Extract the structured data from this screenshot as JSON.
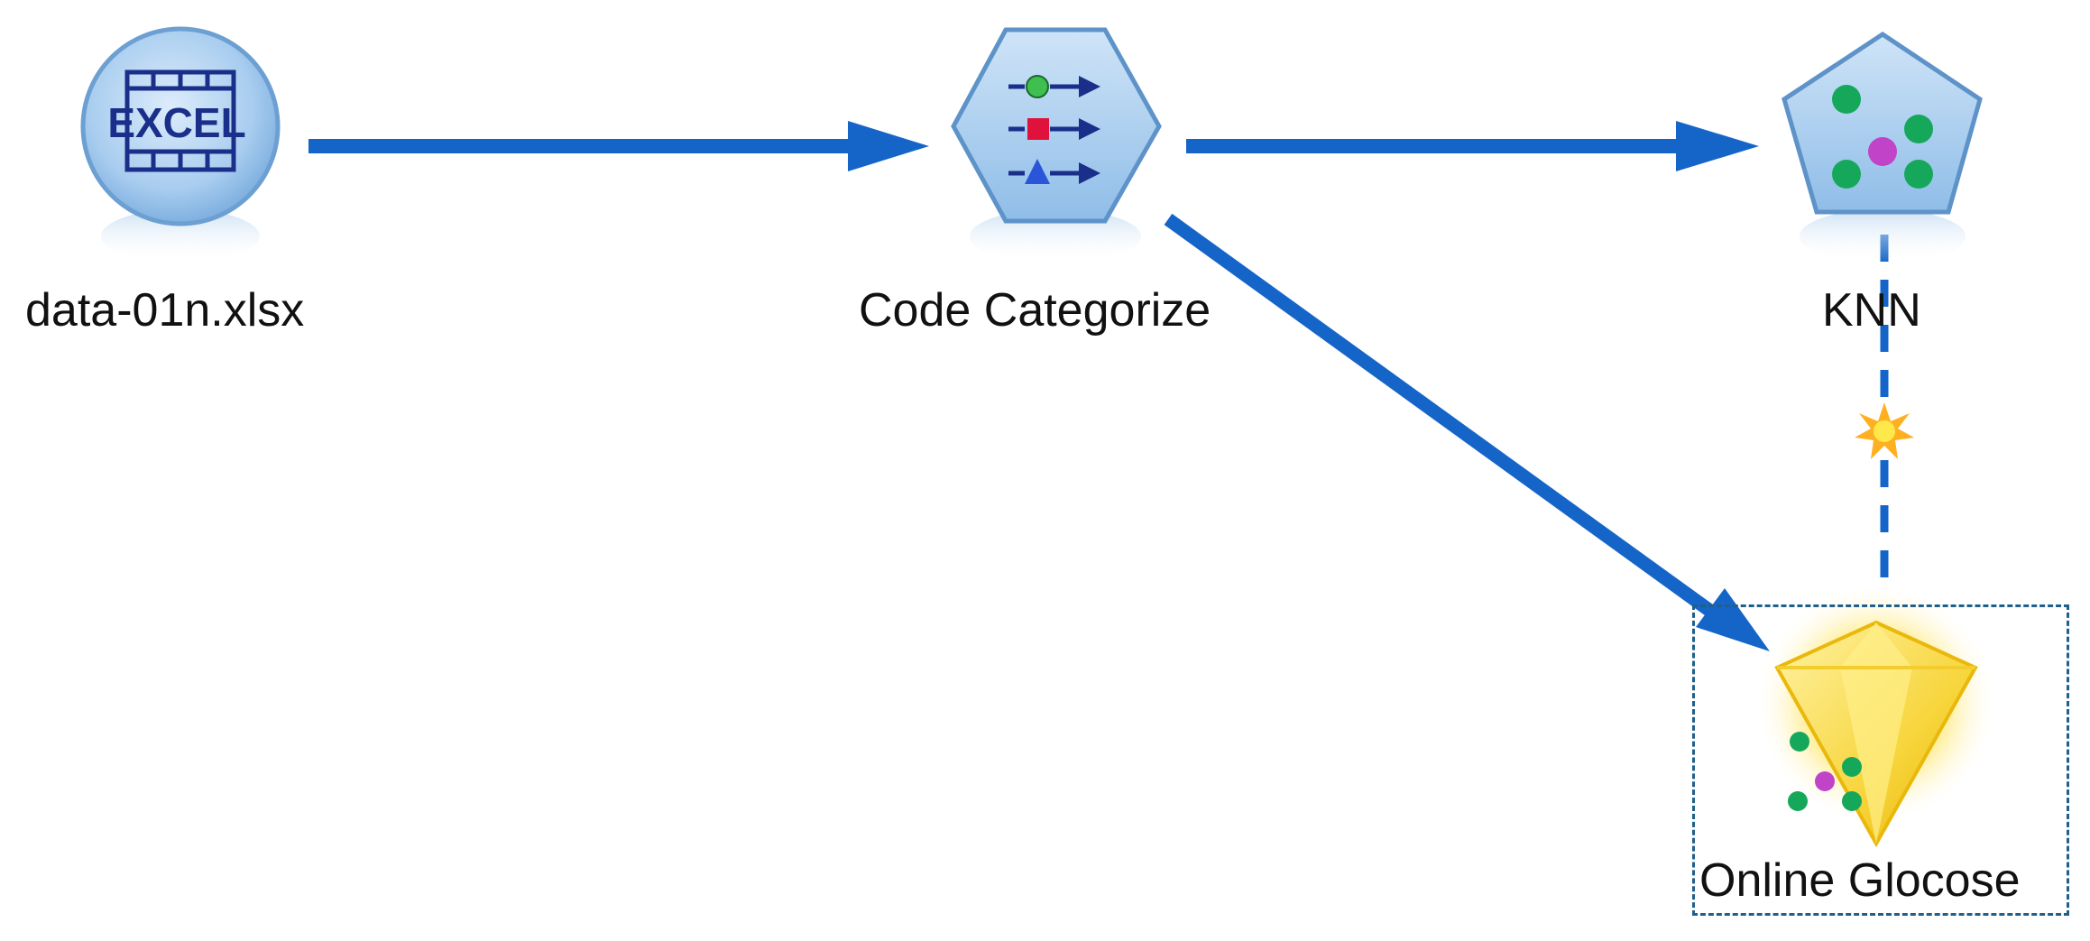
{
  "nodes": [
    {
      "id": "data",
      "label": "data-01n.xlsx",
      "icon": "excel-source-icon",
      "icon_text": "EXCEL"
    },
    {
      "id": "code",
      "label": "Code Categorize",
      "icon": "categorize-hexagon-icon"
    },
    {
      "id": "knn",
      "label": "KNN",
      "icon": "knn-pentagon-icon"
    },
    {
      "id": "online",
      "label": "Online Glocose",
      "icon": "model-nugget-diamond-icon",
      "selected": true
    }
  ],
  "edges": [
    {
      "from": "data",
      "to": "code",
      "style": "solid"
    },
    {
      "from": "code",
      "to": "knn",
      "style": "solid"
    },
    {
      "from": "code",
      "to": "online",
      "style": "solid"
    },
    {
      "from": "knn",
      "to": "online",
      "style": "dashed",
      "marker": "generated-model-star-icon"
    }
  ],
  "colors": {
    "connector": "#1565c8",
    "node_fill": "#a9cdef",
    "node_stroke": "#5e93c9",
    "label_text": "#111111",
    "selection": "#1f5f8b",
    "nugget_gold": "#f7d53c"
  }
}
